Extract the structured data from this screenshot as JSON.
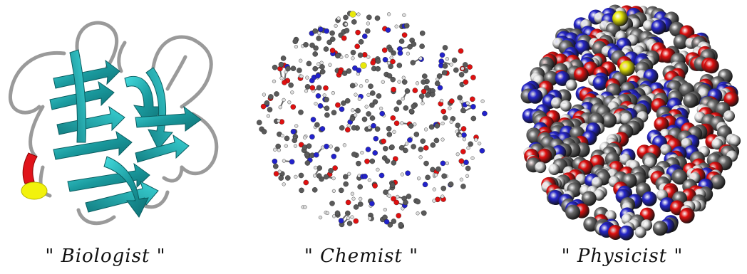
{
  "panels": [
    {
      "id": "biologist",
      "caption": "\" Biologist \"",
      "icon": "ribbon-diagram-protein",
      "colors": {
        "strand": "#1a9a9e",
        "strand_light": "#3ad3d6",
        "loop": "#9a9a9a",
        "helix_red": "#e0141b",
        "helix_yellow": "#f2f20c"
      }
    },
    {
      "id": "chemist",
      "caption": "\" Chemist \"",
      "icon": "ball-and-stick-protein",
      "colors": {
        "carbon": "#5a5a5a",
        "oxygen": "#e01010",
        "nitrogen": "#2222cc",
        "hydrogen": "#dddddd",
        "sulfur": "#e8e80a"
      }
    },
    {
      "id": "physicist",
      "caption": "\" Physicist \"",
      "icon": "space-filling-protein",
      "colors": {
        "carbon": "#6a6a6a",
        "oxygen": "#e01010",
        "nitrogen": "#2626c8",
        "hydrogen": "#e6e6e6",
        "sulfur": "#e8e80a"
      }
    }
  ]
}
